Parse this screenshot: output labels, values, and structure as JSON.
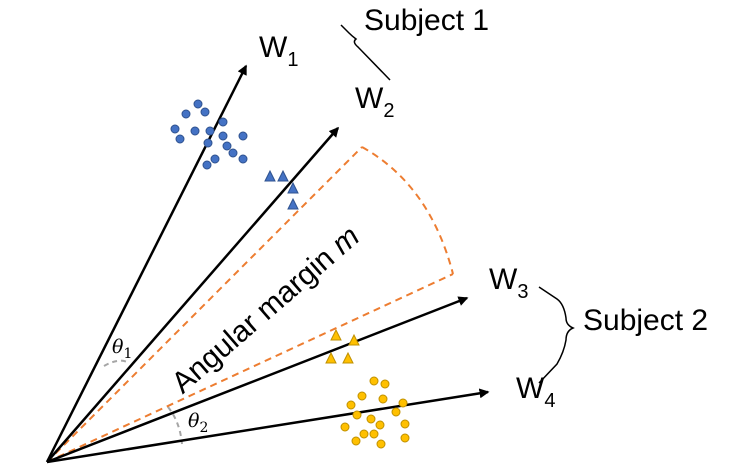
{
  "colors": {
    "arrow": "#000000",
    "margin_dash": "#ed7d31",
    "angle_arc": "#a6a6a6",
    "subject1_marker": "#4472c4",
    "subject1_marker_stroke": "#2f528f",
    "subject2_marker": "#ffc000",
    "subject2_marker_stroke": "#bf9000"
  },
  "vectors": [
    {
      "letter": "W",
      "index": "1"
    },
    {
      "letter": "W",
      "index": "2"
    },
    {
      "letter": "W",
      "index": "3"
    },
    {
      "letter": "W",
      "index": "4"
    }
  ],
  "subjects": [
    {
      "label": "Subject 1"
    },
    {
      "label": "Subject 2"
    }
  ],
  "margin": {
    "text": "Angular margin ",
    "symbol": "m"
  },
  "angles": [
    {
      "symbol": "θ",
      "index": "1"
    },
    {
      "symbol": "θ",
      "index": "2"
    }
  ],
  "markers": {
    "subject1": {
      "shape": "circle",
      "count": 16
    },
    "subject1_near": {
      "shape": "triangle",
      "count": 4
    },
    "subject2_near": {
      "shape": "triangle",
      "count": 4
    },
    "subject2": {
      "shape": "circle",
      "count": 17
    }
  }
}
